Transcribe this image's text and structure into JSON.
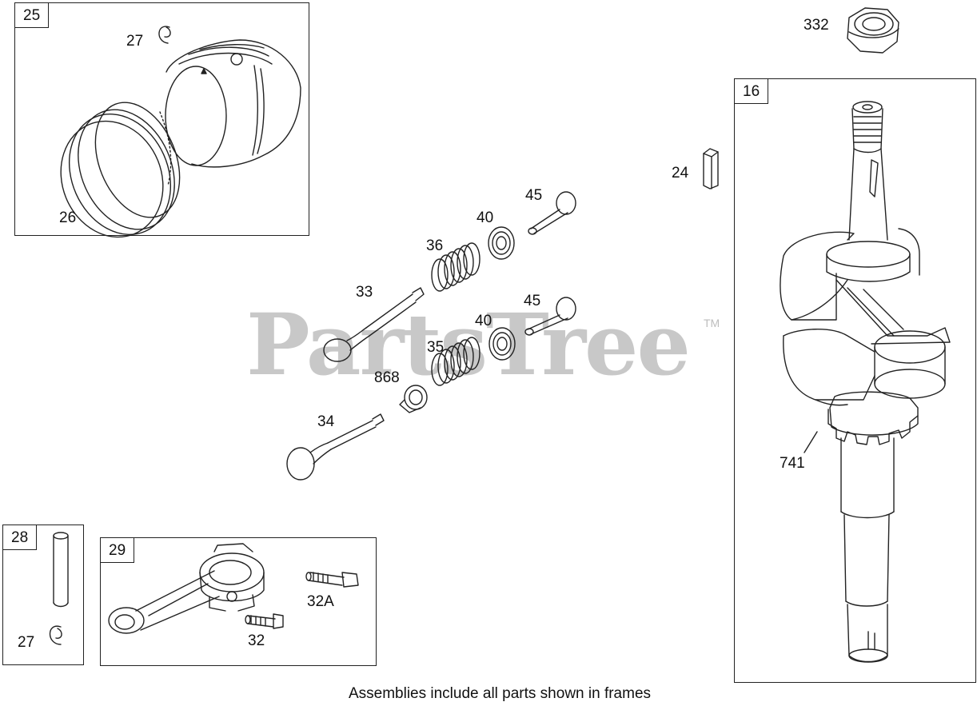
{
  "frames": {
    "piston": "25",
    "crankshaft": "16",
    "pin": "28",
    "rod": "29"
  },
  "labels": {
    "retainer_top": "27",
    "rings": "26",
    "nut": "332",
    "key": "24",
    "intake_stem_cap": "45",
    "intake_retainer": "40",
    "intake_spring": "36",
    "intake_valve": "33",
    "exhaust_stem_cap": "45",
    "exhaust_retainer": "40",
    "exhaust_spring": "35",
    "seal": "868",
    "exhaust_valve": "34",
    "gear": "741",
    "retainer_bottom": "27",
    "bolt_upper": "32A",
    "bolt_lower": "32"
  },
  "watermark": "PartsTree",
  "trademark": "TM",
  "caption": "Assemblies include all parts shown in frames"
}
